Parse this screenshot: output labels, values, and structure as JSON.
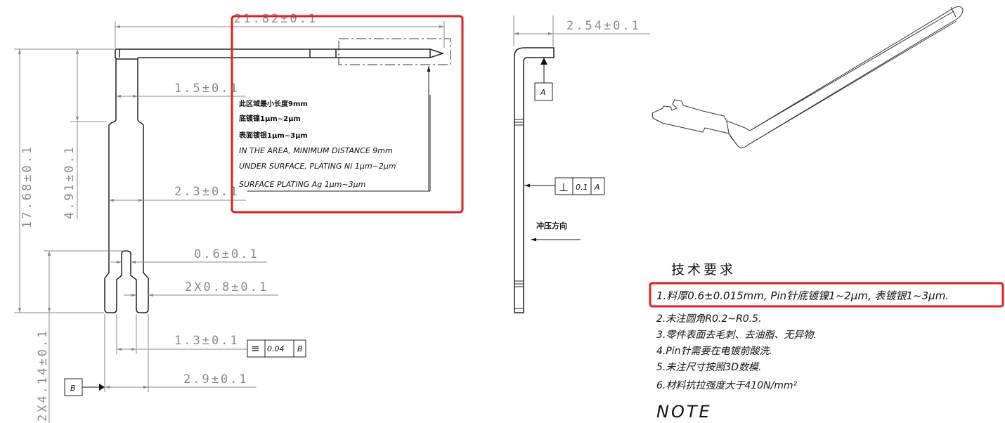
{
  "colors": {
    "highlight": "#e02020",
    "dimension": "#8a8a8a",
    "outline": "#222222"
  },
  "front_view": {
    "dimensions": {
      "overall_length": "21.82±0.1",
      "overall_height": "17.68±0.1",
      "neck_height": "4.91±0.1",
      "neck_width": "1.5±0.1",
      "body_width": "2.3±0.1",
      "slot_width": "0.6±0.1",
      "fork_width": "2X0.8±0.1",
      "slot_opening": "1.3±0.1",
      "fork_span": "2.9±0.1",
      "slot_depth": "2X4.14±0.1"
    },
    "symmetry_tolerance": {
      "symbol": "≡",
      "value": "0.04",
      "datum": "B"
    },
    "datum_b": "B",
    "plating_note": [
      "此区域最小长度9mm",
      "底镀镍1μm~2μm",
      "表面镀银1μm~3μm",
      "IN THE AREA, MINIMUM DISTANCE 9mm",
      "UNDER SURFACE, PLATING Ni 1μm~2μm",
      "SURFACE PLATING Ag 1μm~3μm"
    ]
  },
  "side_view": {
    "bend_length": "2.54±0.1",
    "datum_a": "A",
    "perpendicularity": {
      "symbol": "⊥",
      "value": "0.1",
      "datum": "A"
    },
    "stamping_direction": "冲压方向"
  },
  "technical_requirements": {
    "title": "技术要求",
    "items": [
      "1.料厚0.6±0.015mm, Pin针底镀镍1~2μm, 表镀银1~3μm.",
      "2.未注圆角R0.2~R0.5.",
      "3.零件表面去毛刺、去油脂、无异物.",
      "4.Pin针需要在电镀前酸洗.",
      "5.未注尺寸按照3D数模.",
      "6.材料抗拉强度大于410N/mm²"
    ],
    "footer": "NOTE"
  }
}
